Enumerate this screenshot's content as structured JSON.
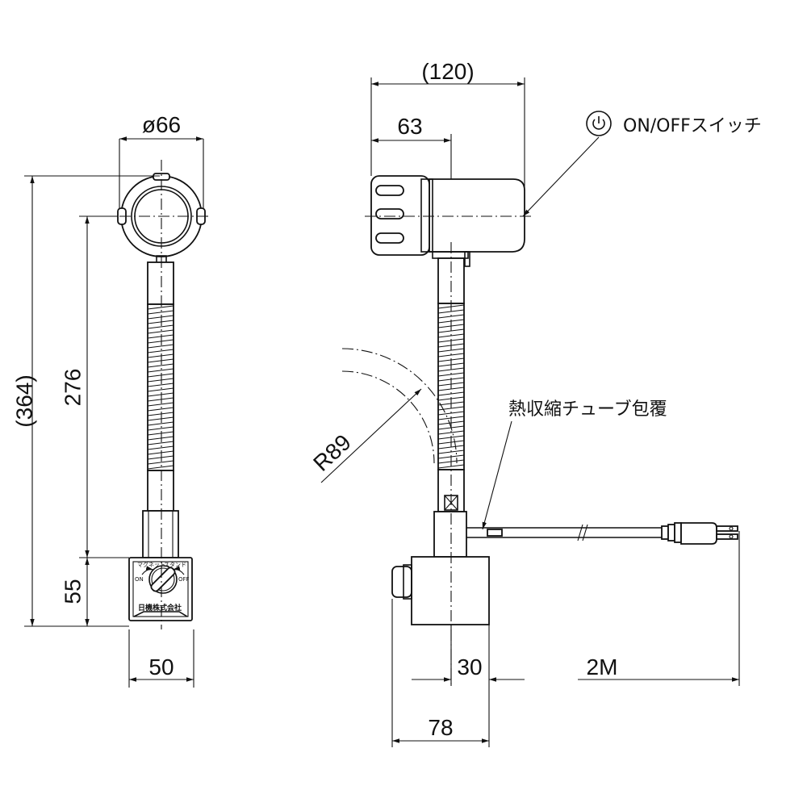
{
  "dimensions": {
    "diameter": "ø66",
    "overall_height": "(364)",
    "arm_length": "276",
    "base_height": "55",
    "base_width": "50",
    "overall_width": "(120)",
    "head_length": "63",
    "bend_radius": "R89",
    "base_offset": "30",
    "base_depth": "78",
    "cord_length": "2M"
  },
  "labels": {
    "switch_note": "ON/OFFスイッチ",
    "tube_note": "熱収縮チューブ包覆",
    "base_top_left": "マグネット",
    "base_top_right": "スタンド",
    "base_on": "ON",
    "base_off": "OFF",
    "base_maker": "日機株式会社"
  },
  "icons": {
    "switch_symbol": "power-icon"
  }
}
